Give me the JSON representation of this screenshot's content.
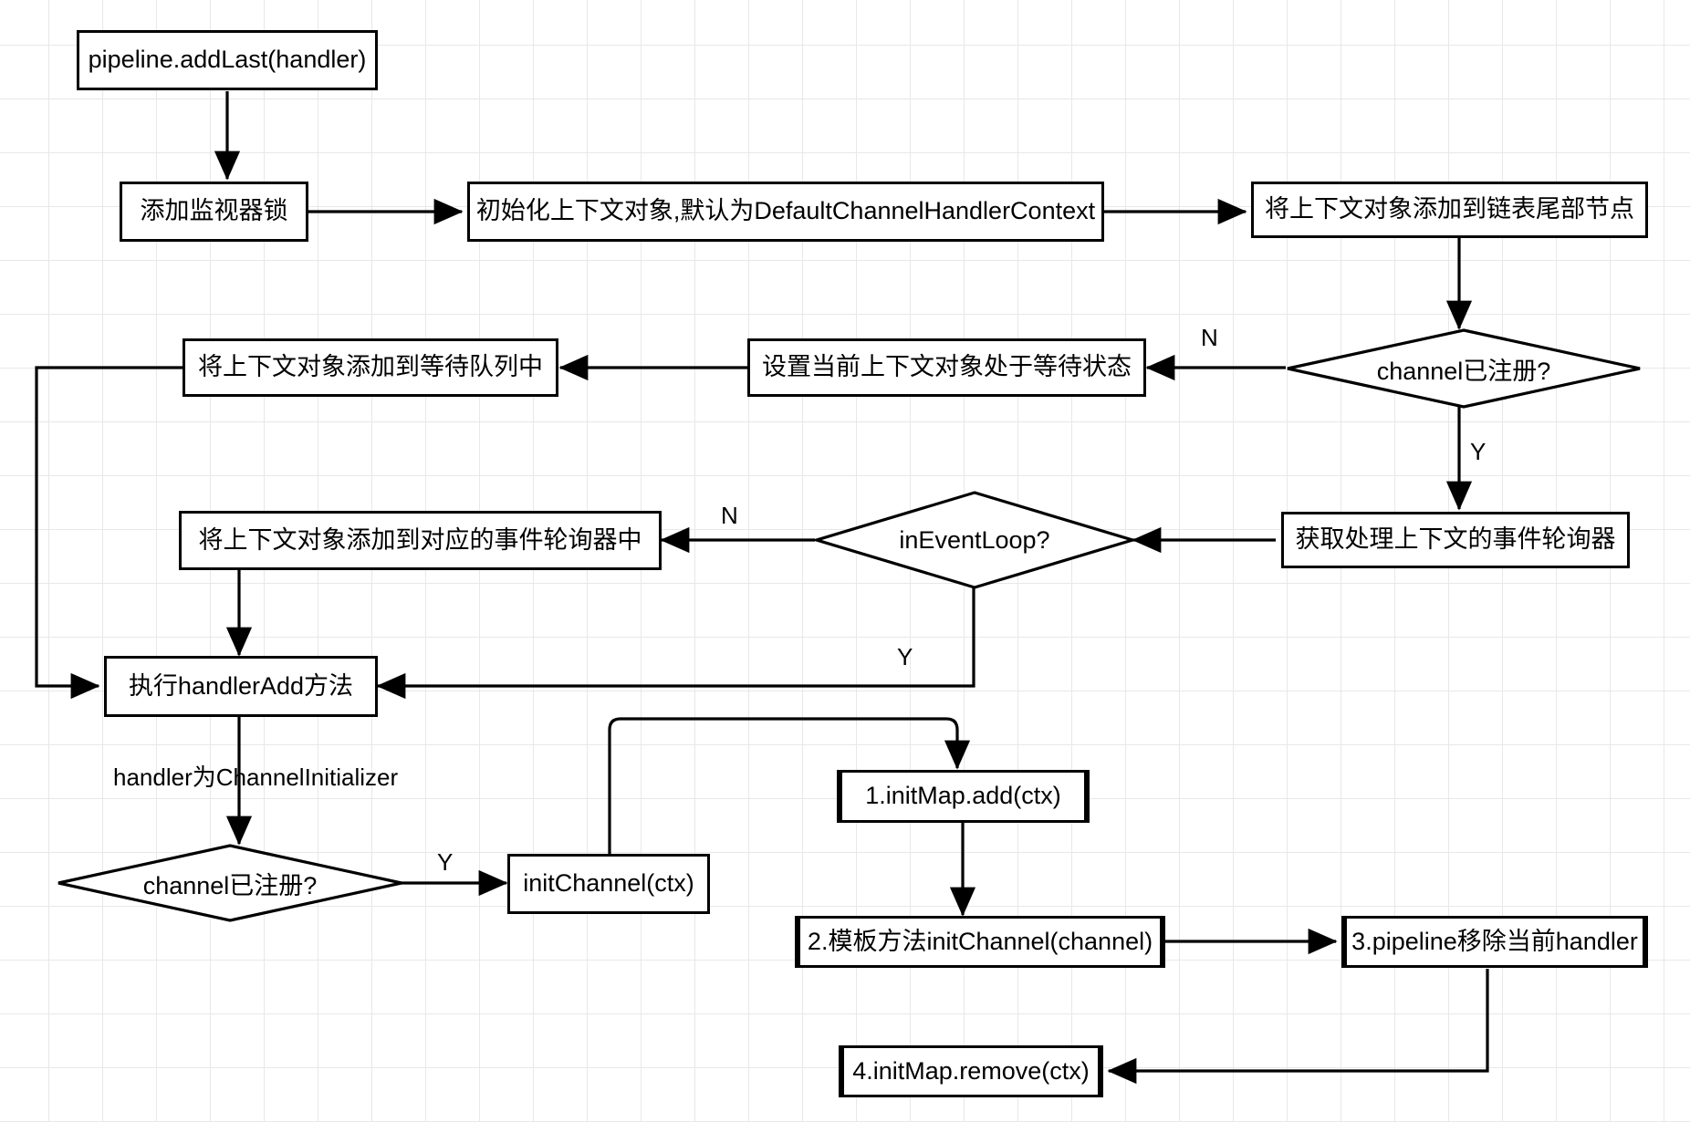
{
  "diagram": {
    "title": "Netty pipeline.addLast handler flow",
    "background": "#ffffff",
    "grid_color": "#e8e8e8",
    "stroke_color": "#000000",
    "nodes": {
      "start": {
        "label": "pipeline.addLast(handler)",
        "shape": "process"
      },
      "lock": {
        "label": "添加监视器锁",
        "shape": "process"
      },
      "init_ctx": {
        "label": "初始化上下文对象,默认为DefaultChannelHandlerContext",
        "shape": "process"
      },
      "add_tail": {
        "label": "将上下文对象添加到链表尾部节点",
        "shape": "process"
      },
      "registered_1": {
        "label": "channel已注册?",
        "shape": "decision"
      },
      "set_pending": {
        "label": "设置当前上下文对象处于等待状态",
        "shape": "process"
      },
      "add_wait_queue": {
        "label": "将上下文对象添加到等待队列中",
        "shape": "process"
      },
      "get_executor": {
        "label": "获取处理上下文的事件轮询器",
        "shape": "process"
      },
      "in_event_loop": {
        "label": "inEventLoop?",
        "shape": "decision"
      },
      "add_to_loop": {
        "label": "将上下文对象添加到对应的事件轮询器中",
        "shape": "process"
      },
      "handler_add": {
        "label": "执行handlerAdd方法",
        "shape": "process"
      },
      "registered_2": {
        "label": "channel已注册?",
        "shape": "decision"
      },
      "init_channel_ctx": {
        "label": "initChannel(ctx)",
        "shape": "process"
      },
      "step1": {
        "label": "1.initMap.add(ctx)",
        "shape": "subroutine"
      },
      "step2": {
        "label": "2.模板方法initChannel(channel)",
        "shape": "subroutine"
      },
      "step3": {
        "label": "3.pipeline移除当前handler",
        "shape": "subroutine"
      },
      "step4": {
        "label": "4.initMap.remove(ctx)",
        "shape": "subroutine"
      }
    },
    "edge_labels": {
      "registered1_no": "N",
      "registered1_yes": "Y",
      "ineventloop_no": "N",
      "ineventloop_yes": "Y",
      "handler_is_initializer": "handler为ChannelInitializer",
      "registered2_yes": "Y"
    }
  }
}
